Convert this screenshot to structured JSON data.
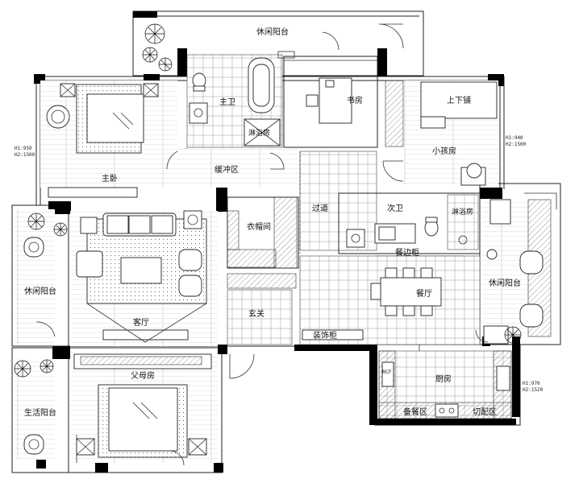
{
  "rooms": {
    "leisure_balcony_top": "休闲阳台",
    "master_bath": "主卫",
    "shower_1": "淋浴房",
    "study": "书房",
    "bunk_bed": "上下铺",
    "kids_room": "小孩房",
    "master_bedroom": "主卧",
    "buffer_zone": "缓冲区",
    "corridor": "过道",
    "second_bath": "次卫",
    "shower_2": "淋浴房",
    "walk_in_closet": "衣帽间",
    "sideboard": "餐边柜",
    "dining_room": "餐厅",
    "leisure_balcony_left": "休闲阳台",
    "leisure_balcony_right": "休闲阳台",
    "living_room": "客厅",
    "entrance": "玄关",
    "decor_cabinet": "装饰柜",
    "parents_room": "父母房",
    "service_balcony": "生活阳台",
    "kitchen": "厨房",
    "prep_area": "备餐区",
    "cutting_area": "切配区",
    "kitchen_appliance": "RCF"
  },
  "dimensions": {
    "left_h1": "H1:950",
    "left_h2": "H2:1500",
    "right_h1": "H1:940",
    "right_h2": "H2:1500",
    "kitchen_h1": "H1:970",
    "kitchen_h2": "H2:1520"
  }
}
